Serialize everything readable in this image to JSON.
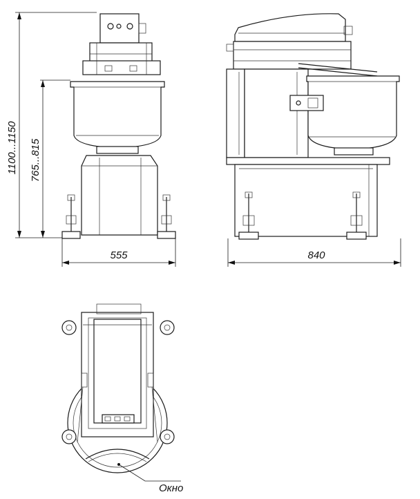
{
  "dimensions": {
    "total_height": "1100...1150",
    "bowl_height": "765...815",
    "front_width": "555",
    "side_width": "840"
  },
  "callouts": {
    "window": "Окно"
  }
}
